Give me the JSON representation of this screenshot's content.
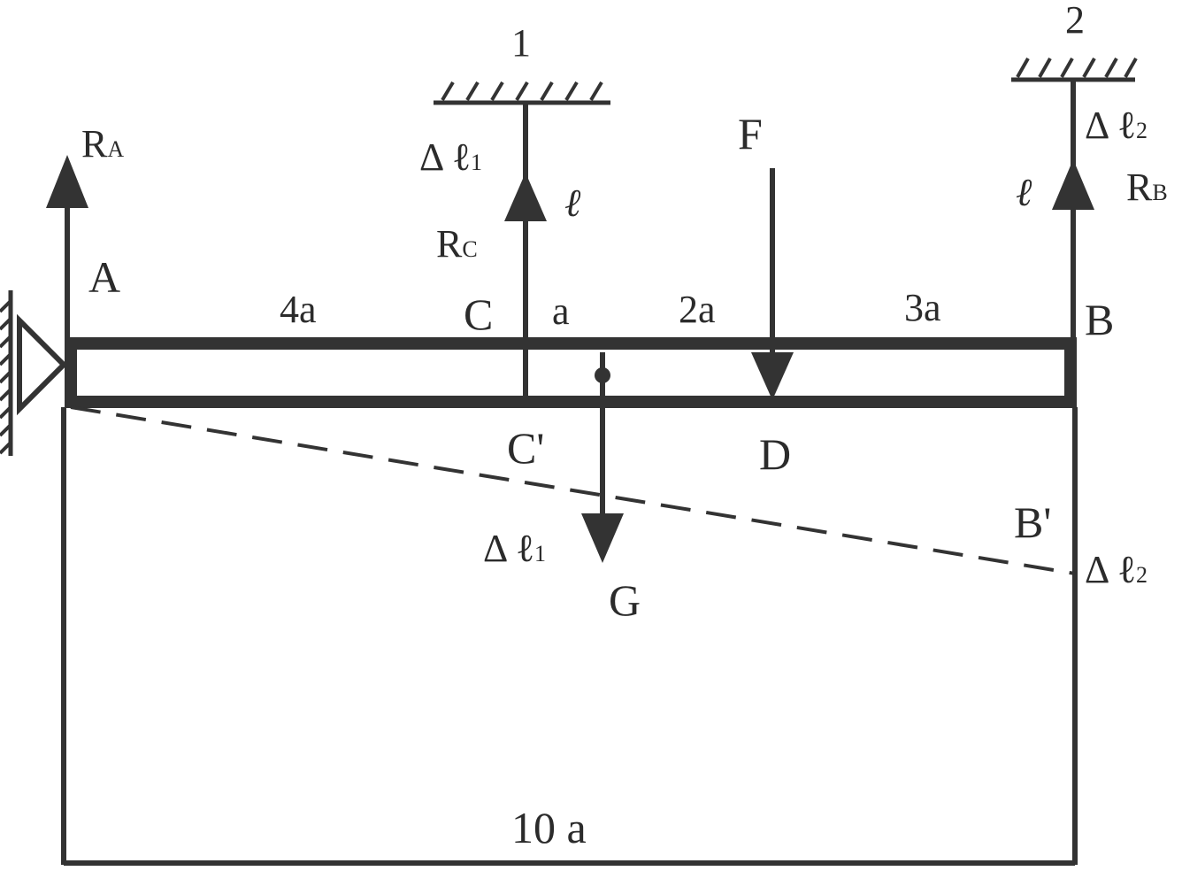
{
  "labels": {
    "ra_main": "R",
    "ra_sub": "A",
    "rb_main": "R",
    "rb_sub": "B",
    "rc_main": "R",
    "rc_sub": "C",
    "point_a": "A",
    "point_b": "B",
    "point_c": "C",
    "point_c_prime": "C'",
    "point_b_prime": "B'",
    "point_d": "D",
    "force_f": "F",
    "force_g": "G",
    "support_1": "1",
    "support_2": "2",
    "dim_4a": "4a",
    "dim_a": "a",
    "dim_2a": "2a",
    "dim_3a": "3a",
    "dim_10a": "10 a",
    "rod_length_1": "ℓ",
    "rod_length_2": "ℓ",
    "dl1_top_main": "Δ ℓ",
    "dl1_top_sub": "1",
    "dl1_bot_main": "Δ ℓ",
    "dl1_bot_sub": "1",
    "dl2_top_main": "Δ ℓ",
    "dl2_top_sub": "2",
    "dl2_bot_main": "Δ ℓ",
    "dl2_bot_sub": "2"
  },
  "colors": {
    "stroke": "#333333",
    "background": "#ffffff"
  }
}
